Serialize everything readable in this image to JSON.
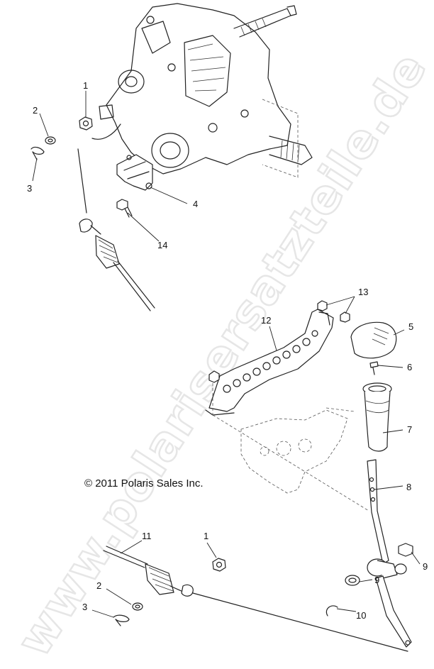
{
  "watermark": "www.polarisersatzteile.de",
  "copyright": "© 2011 Polaris Sales Inc.",
  "callouts": {
    "c1_top": "1",
    "c2_top": "2",
    "c3_top": "3",
    "c4": "4",
    "c14": "14",
    "c13": "13",
    "c12": "12",
    "c5": "5",
    "c6": "6",
    "c7": "7",
    "c8": "8",
    "c11": "11",
    "c1_bot": "1",
    "c2_bot": "2",
    "c3_bot": "3",
    "c9_right": "9",
    "c9_mid": "9",
    "c10": "10"
  }
}
